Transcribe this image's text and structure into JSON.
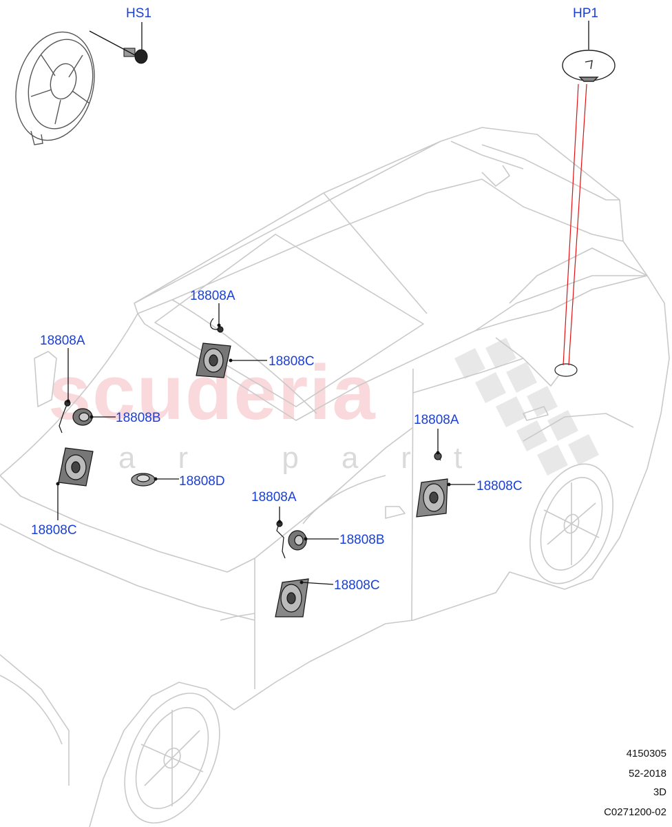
{
  "watermark": {
    "brand": "scuderia",
    "sub": "car part"
  },
  "callouts": {
    "hs1": "HS1",
    "hp1": "HP1",
    "front_tweeter_wire": "18808A",
    "front_tweeter": "18808B",
    "front_woofer": "18808C",
    "centre_dash_wire": "18808A",
    "centre_dash_speaker": "18808C",
    "dash_centre": "18808D",
    "front_door_wire": "18808A",
    "front_door_tweeter": "18808B",
    "front_door_woofer": "18808C",
    "rear_door_wire": "18808A",
    "rear_door_woofer": "18808C"
  },
  "reference": {
    "line1": "4150305",
    "line2": "52-2018",
    "line3": "3D",
    "line4": "C0271200-02"
  },
  "colors": {
    "label": "#1a3fd6",
    "leader": "#111111",
    "red_leader": "#e01010",
    "car_outline": "#c9c9c9"
  }
}
